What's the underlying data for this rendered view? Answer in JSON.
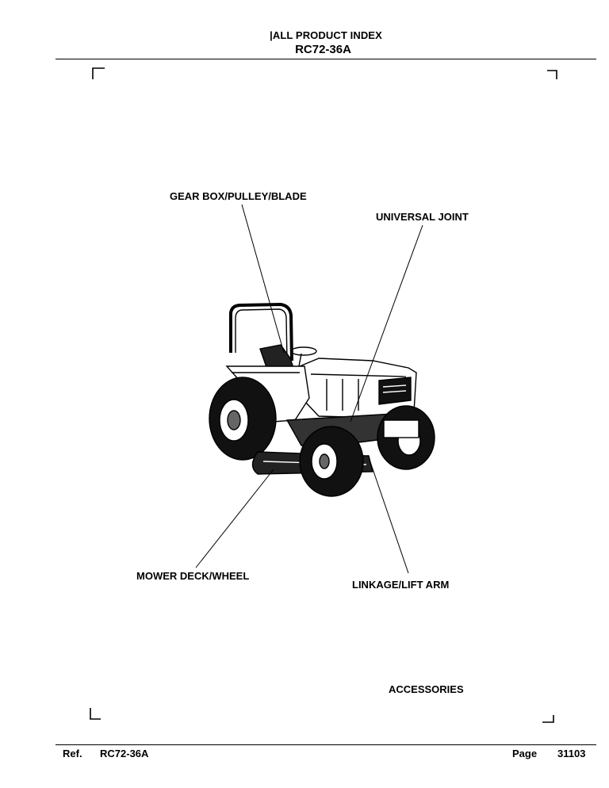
{
  "header": {
    "index_title": "|ALL PRODUCT INDEX",
    "model": "RC72-36A"
  },
  "labels": {
    "gear_box": "GEAR BOX/PULLEY/BLADE",
    "universal_joint": "UNIVERSAL JOINT",
    "mower_deck": "MOWER DECK/WHEEL",
    "linkage": "LINKAGE/LIFT ARM",
    "accessories": "ACCESSORIES"
  },
  "footer": {
    "ref_label": "Ref.",
    "ref_value": "RC72-36A",
    "page_label": "Page",
    "page_value": "31103"
  }
}
